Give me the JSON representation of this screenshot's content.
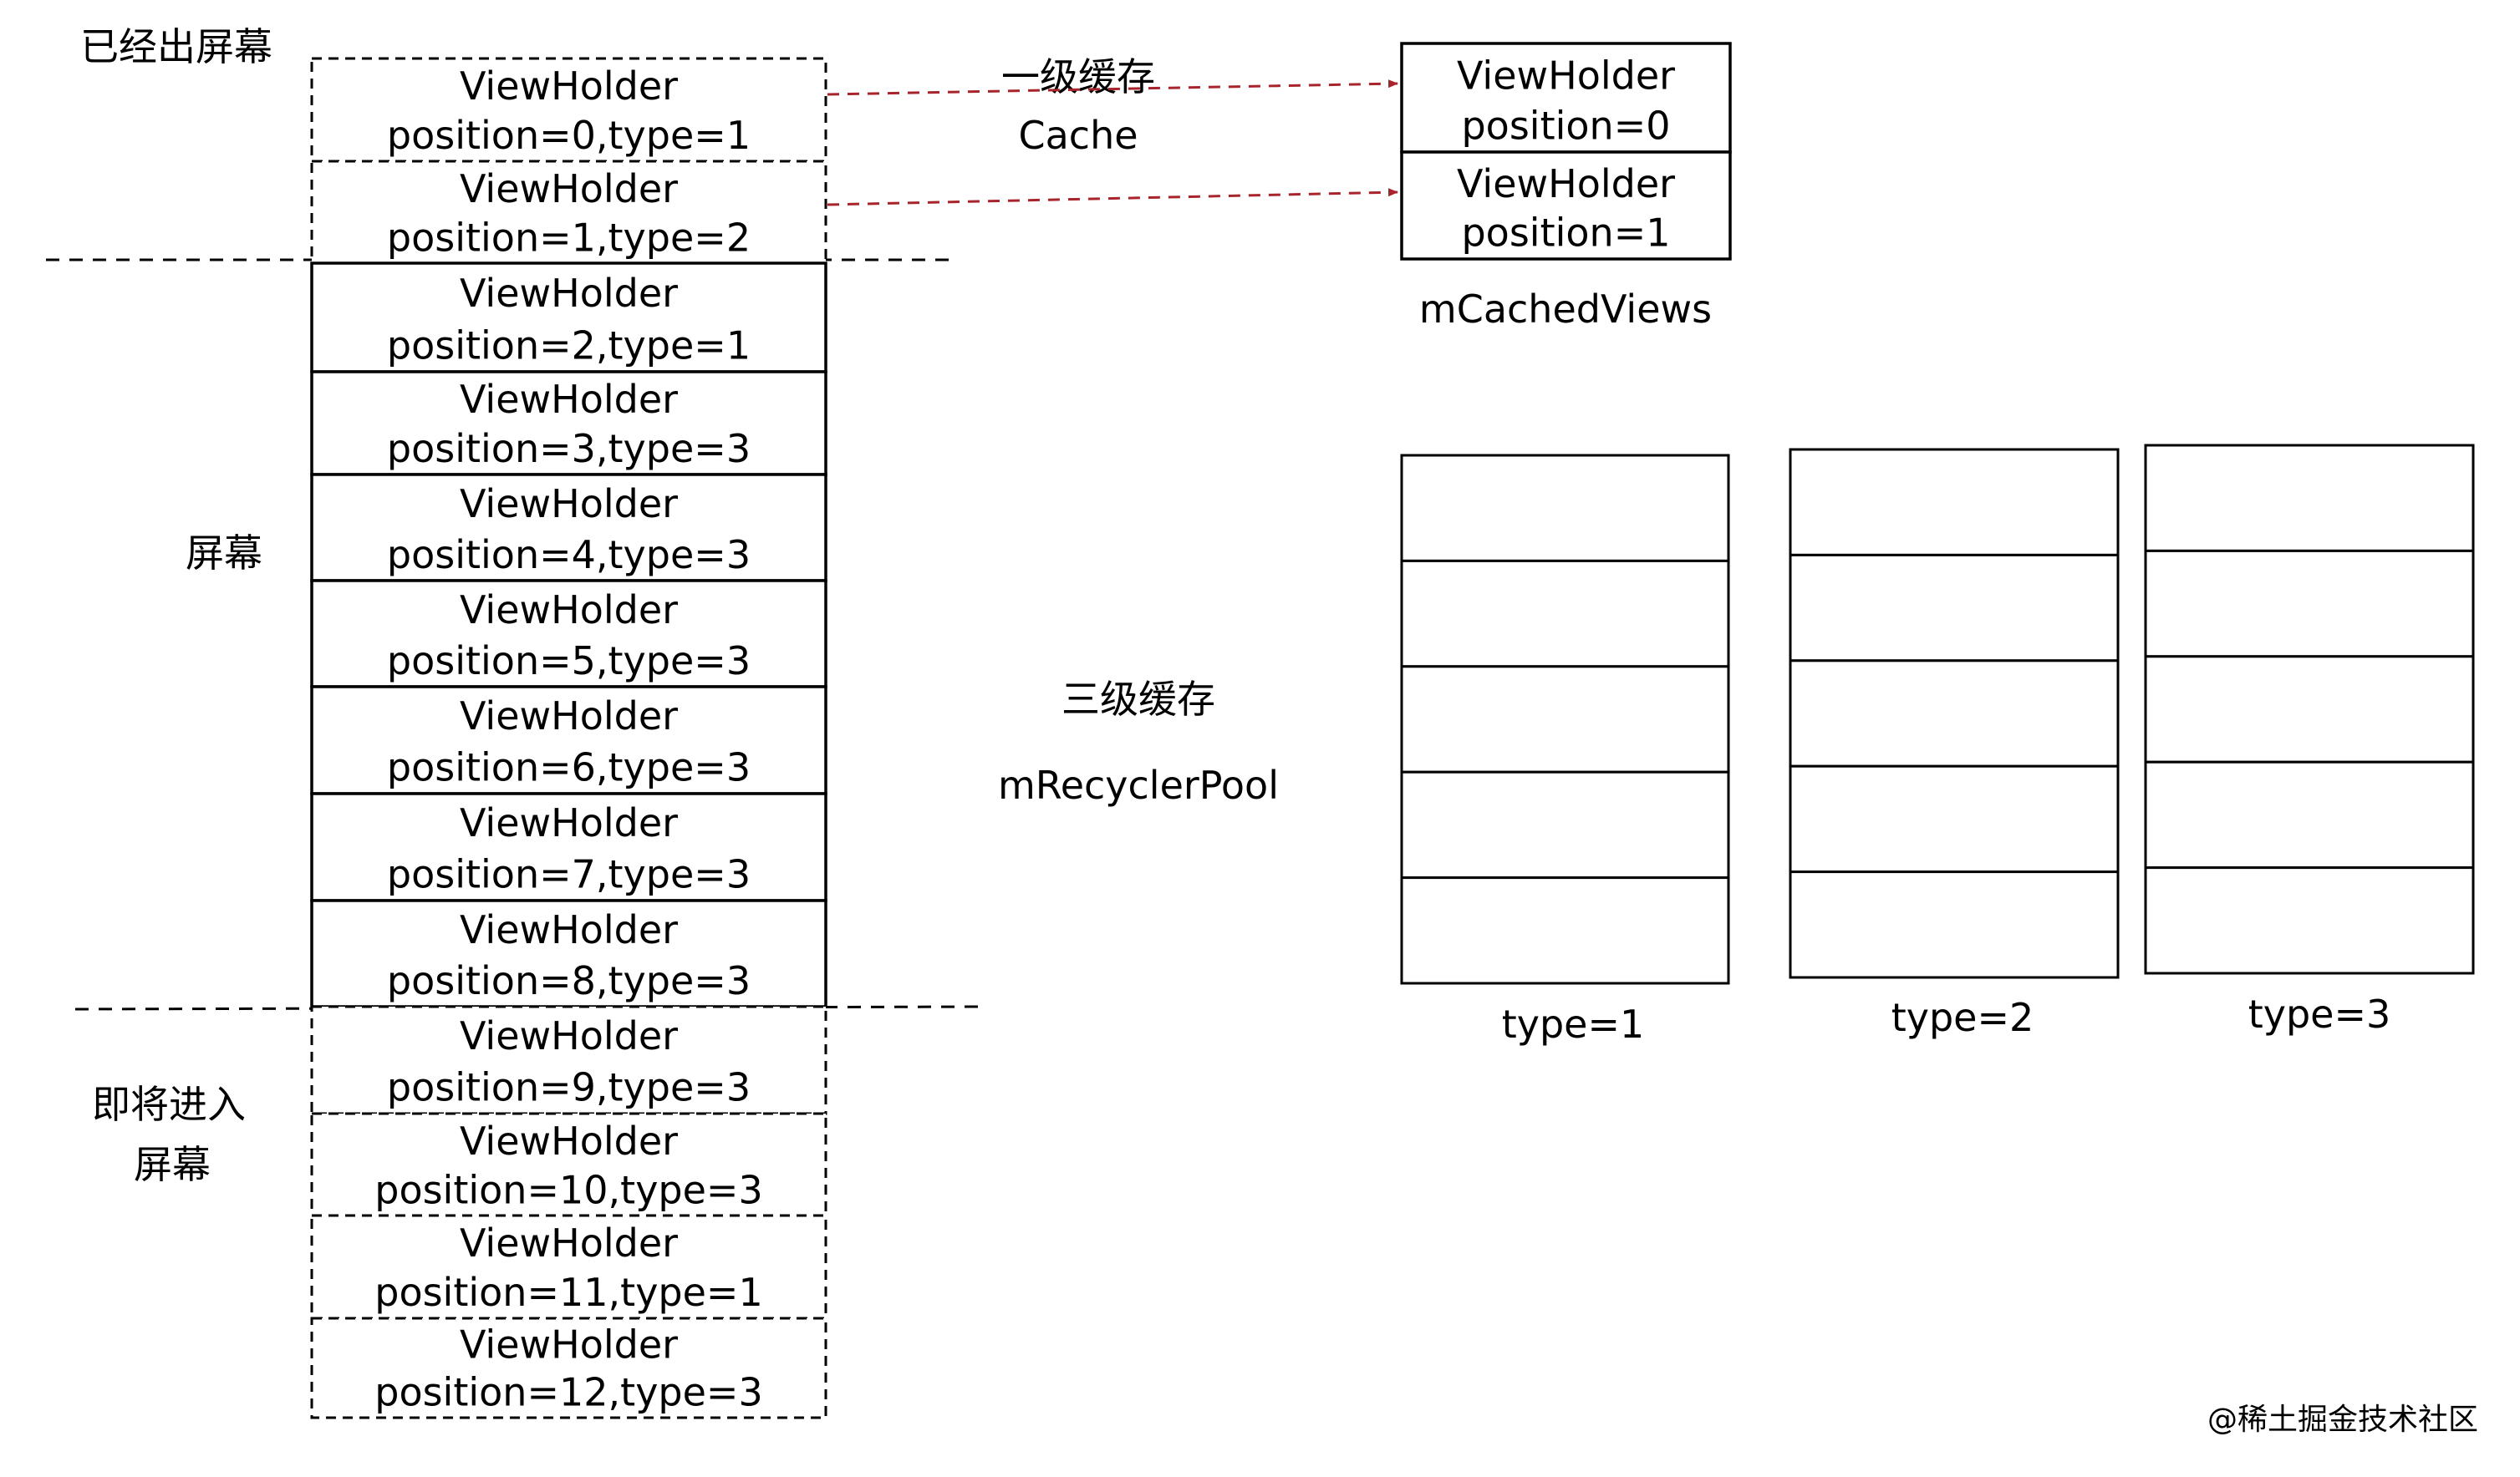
{
  "labels": {
    "off_screen": "已经出屏幕",
    "screen": "屏幕",
    "entering_line1": "即将进入",
    "entering_line2": "屏幕",
    "level1_title": "一级缓存",
    "level1_subtitle": "Cache",
    "level3_title": "三级缓存",
    "level3_subtitle": "mRecyclerPool",
    "cached_views": "mCachedViews",
    "watermark": "@稀土掘金技术社区"
  },
  "viewholders": [
    {
      "title": "ViewHolder",
      "detail": "position=0,type=1",
      "state": "off_screen"
    },
    {
      "title": "ViewHolder",
      "detail": "position=1,type=2",
      "state": "off_screen"
    },
    {
      "title": "ViewHolder",
      "detail": "position=2,type=1",
      "state": "on_screen"
    },
    {
      "title": "ViewHolder",
      "detail": "position=3,type=3",
      "state": "on_screen"
    },
    {
      "title": "ViewHolder",
      "detail": "position=4,type=3",
      "state": "on_screen"
    },
    {
      "title": "ViewHolder",
      "detail": "position=5,type=3",
      "state": "on_screen"
    },
    {
      "title": "ViewHolder",
      "detail": "position=6,type=3",
      "state": "on_screen"
    },
    {
      "title": "ViewHolder",
      "detail": "position=7,type=3",
      "state": "on_screen"
    },
    {
      "title": "ViewHolder",
      "detail": "position=8,type=3",
      "state": "on_screen"
    },
    {
      "title": "ViewHolder",
      "detail": "position=9,type=3",
      "state": "entering"
    },
    {
      "title": "ViewHolder",
      "detail": "position=10,type=3",
      "state": "entering"
    },
    {
      "title": "ViewHolder",
      "detail": "position=11,type=1",
      "state": "entering"
    },
    {
      "title": "ViewHolder",
      "detail": "position=12,type=3",
      "state": "entering"
    }
  ],
  "cached_views": [
    {
      "title": "ViewHolder",
      "detail": "position=0"
    },
    {
      "title": "ViewHolder",
      "detail": "position=1"
    }
  ],
  "recycler_pool": [
    {
      "label": "type=1",
      "slots": 5
    },
    {
      "label": "type=2",
      "slots": 5
    },
    {
      "label": "type=3",
      "slots": 5
    }
  ],
  "colors": {
    "arrow": "#a8242c",
    "line": "#000000",
    "watermark": "#a6a6a6"
  }
}
